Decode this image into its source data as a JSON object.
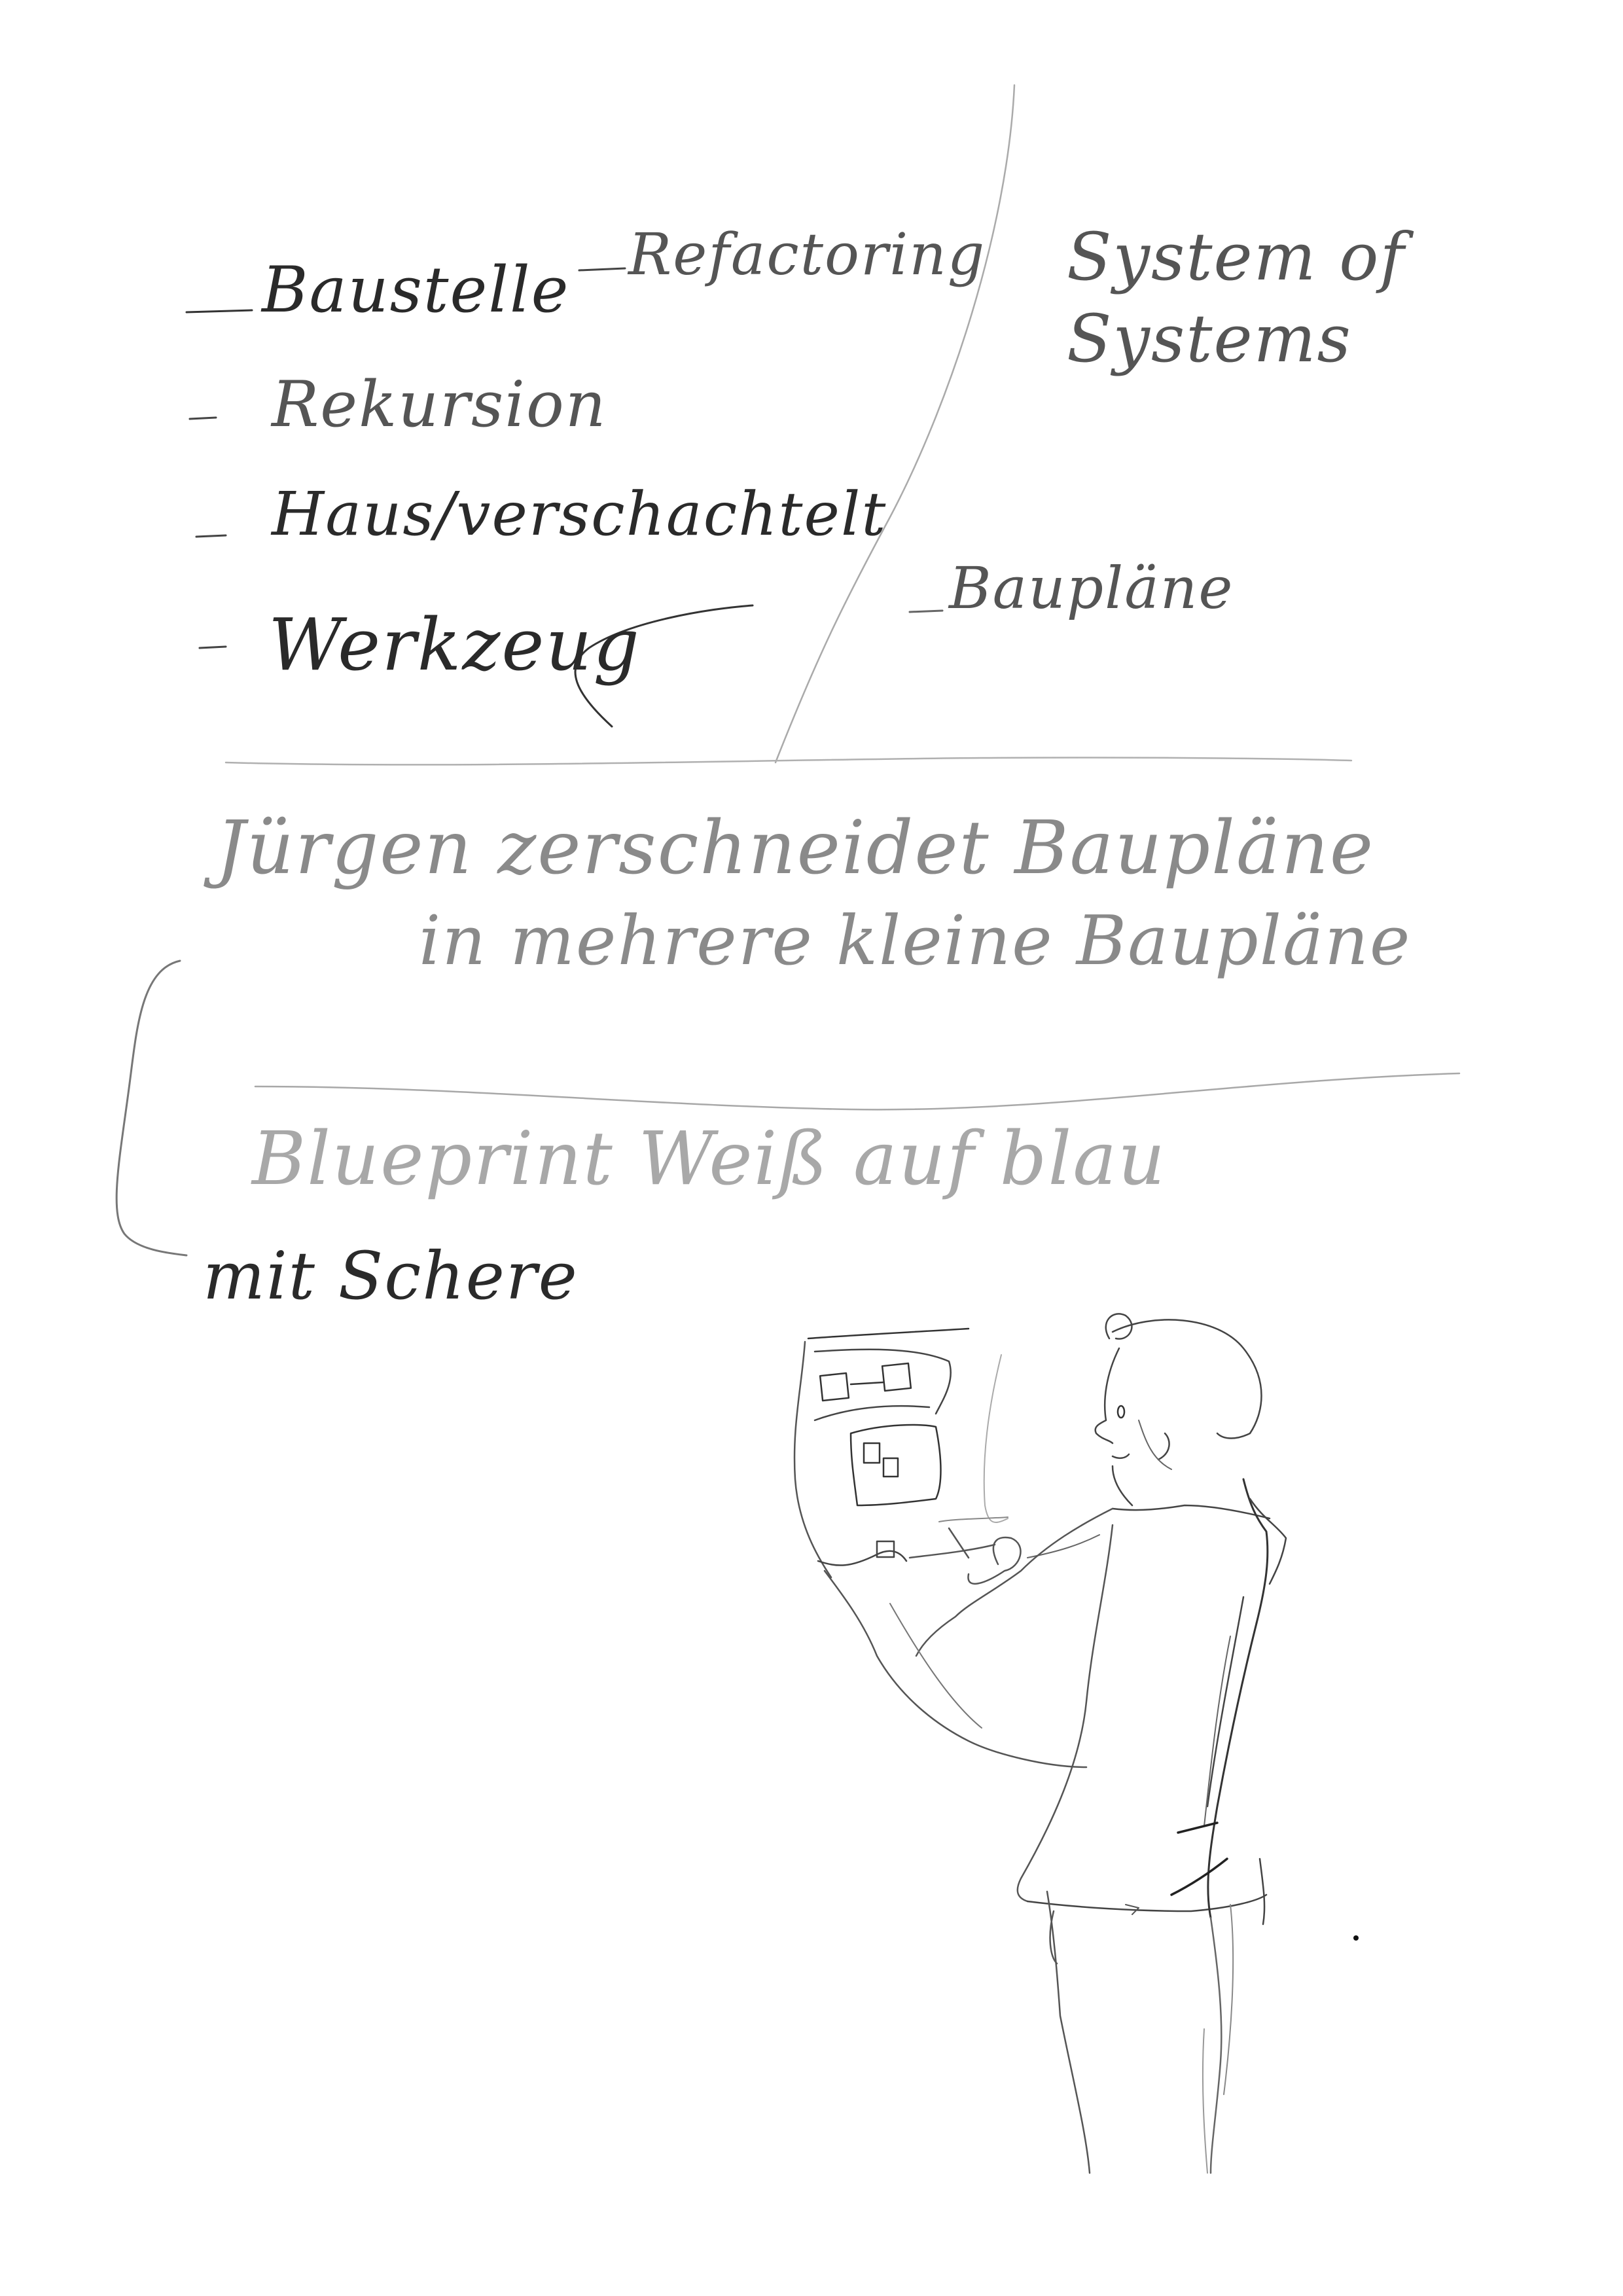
{
  "notes": {
    "left_column": [
      "Baustelle",
      "Refactoring",
      "Rekursion",
      "Haus/verschachtelt",
      "Werkzeug"
    ],
    "right_column": {
      "heading": "System of Systems",
      "item": "Baupläne"
    },
    "middle_text": {
      "line1": "Jürgen zerschneidet Baupläne",
      "line2": "in mehrere kleine Baupläne"
    },
    "lower_text": {
      "line1": "Blueprint Weiß auf blau",
      "line2": "mit Schere"
    }
  },
  "sketch": {
    "subject": "person holding blueprint",
    "stroke_color": "#333333"
  }
}
